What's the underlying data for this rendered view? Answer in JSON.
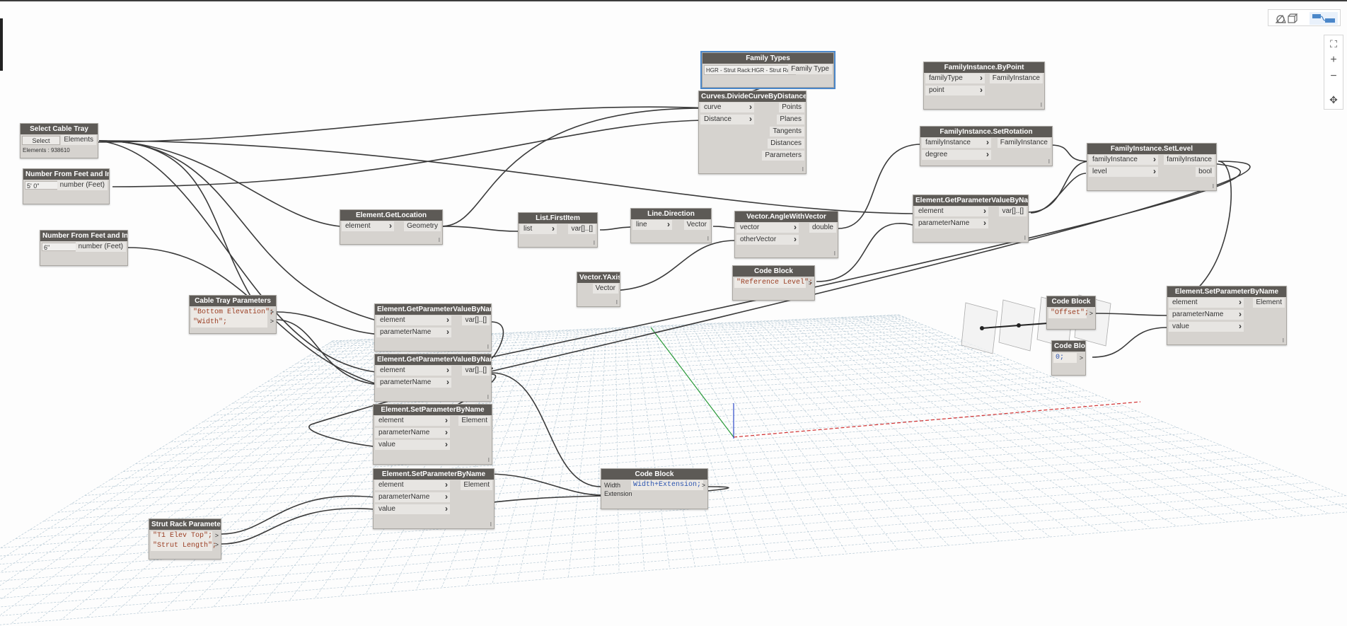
{
  "nodes": {
    "family_types": {
      "title": "Family Types",
      "value": "HGR - Strut Rack:HGR - Strut Rack",
      "out": "Family Type"
    },
    "family_instance_by_point": {
      "title": "FamilyInstance.ByPoint",
      "in1": "familyType",
      "in2": "point",
      "out": "FamilyInstance"
    },
    "divide_curve": {
      "title": "Curves.DivideCurveByDistance",
      "in1": "curve",
      "in2": "Distance",
      "outs": [
        "Points",
        "Planes",
        "Tangents",
        "Distances",
        "Parameters"
      ]
    },
    "set_rotation": {
      "title": "FamilyInstance.SetRotation",
      "in1": "familyInstance",
      "in2": "degree",
      "out": "FamilyInstance"
    },
    "set_level": {
      "title": "FamilyInstance.SetLevel",
      "in1": "familyInstance",
      "in2": "level",
      "out1": "familyInstance",
      "out2": "bool"
    },
    "select_cable_tray": {
      "title": "Select Cable Tray",
      "button": "Select",
      "out": "Elements",
      "info": "Elements : 938610"
    },
    "number_ft_1": {
      "title": "Number From Feet and Inches",
      "value": "5' 0\"",
      "out": "number (Feet)"
    },
    "number_ft_2": {
      "title": "Number From Feet and Inches",
      "value": "6\"",
      "out": "number (Feet)"
    },
    "get_location": {
      "title": "Element.GetLocation",
      "in1": "element",
      "out": "Geometry"
    },
    "first_item": {
      "title": "List.FirstItem",
      "in1": "list",
      "out": "var[]..[]"
    },
    "line_direction": {
      "title": "Line.Direction",
      "in1": "line",
      "out": "Vector"
    },
    "angle_with_vector": {
      "title": "Vector.AngleWithVector",
      "in1": "vector",
      "in2": "otherVector",
      "out": "double"
    },
    "get_param_top": {
      "title": "Element.GetParameterValueByName",
      "in1": "element",
      "in2": "parameterName",
      "out": "var[]..[]"
    },
    "vector_yaxis": {
      "title": "Vector.YAxis",
      "out": "Vector"
    },
    "code_ref_level": {
      "title": "Code Block",
      "code": "\"Reference Level\";"
    },
    "cable_tray_params": {
      "title": "Cable Tray Parameters",
      "line1": "\"Bottom Elevation\";",
      "line2": "\"Width\";"
    },
    "get_param_1": {
      "title": "Element.GetParameterValueByName",
      "in1": "element",
      "in2": "parameterName",
      "out": "var[]..[]"
    },
    "get_param_2": {
      "title": "Element.GetParameterValueByName",
      "in1": "element",
      "in2": "parameterName",
      "out": "var[]..[]"
    },
    "set_param_1": {
      "title": "Element.SetParameterByName",
      "in1": "element",
      "in2": "parameterName",
      "in3": "value",
      "out": "Element"
    },
    "set_param_2": {
      "title": "Element.SetParameterByName",
      "in1": "element",
      "in2": "parameterName",
      "in3": "value",
      "out": "Element"
    },
    "code_width": {
      "title": "Code Block",
      "in1": "Width",
      "in2": "Extension",
      "code": "Width+Extension;"
    },
    "strut_rack_params": {
      "title": "Strut Rack Parameters",
      "line1": "\"T1 Elev Top\";",
      "line2": "\"Strut Length\";"
    },
    "code_offset": {
      "title": "Code Block",
      "code": "\"Offset\";"
    },
    "code_zero": {
      "title": "Code Block",
      "code": "0;"
    },
    "set_param_right": {
      "title": "Element.SetParameterByName",
      "in1": "element",
      "in2": "parameterName",
      "in3": "value",
      "out": "Element"
    }
  },
  "footer_mark": "I",
  "controls": {
    "zoom_in": "+",
    "zoom_out": "−",
    "fit_view": "⛶",
    "pan": "✥"
  },
  "colors": {
    "node_header": "#5d5a56",
    "node_body": "#d6d3cf",
    "wire": "#3a3a3a",
    "selected_wire": "#4b87c9"
  }
}
